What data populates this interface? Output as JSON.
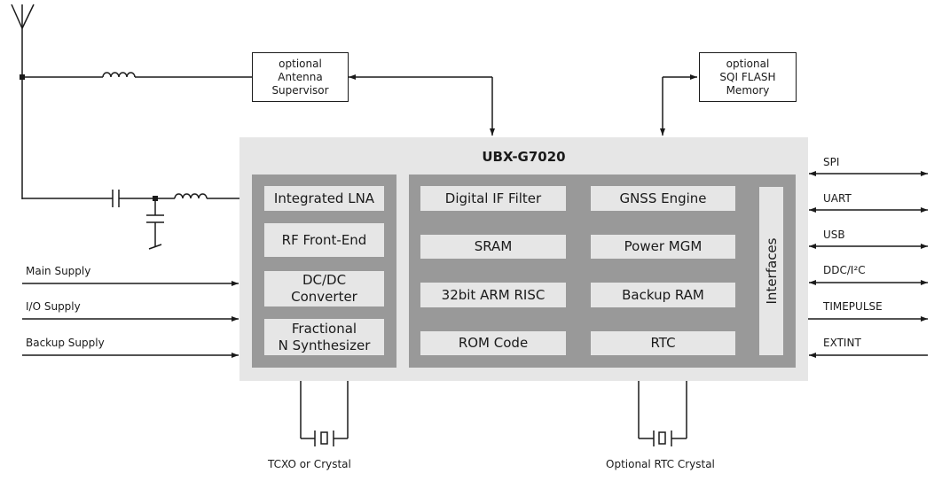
{
  "diagram": {
    "chip": {
      "title": "UBX-G7020",
      "rf_group": [
        "Integrated LNA",
        "RF Front-End",
        "DC/DC\nConverter",
        "Fractional\nN Synthesizer"
      ],
      "digital_group": {
        "col1": [
          "Digital IF Filter",
          "SRAM",
          "32bit ARM RISC",
          "ROM Code"
        ],
        "col2": [
          "GNSS Engine",
          "Power MGM",
          "Backup RAM",
          "RTC"
        ],
        "interfaces": "Interfaces"
      }
    },
    "external": {
      "antenna_supervisor": "optional\nAntenna\nSupervisor",
      "sqi_flash": "optional\nSQI FLASH\nMemory"
    },
    "supplies": [
      "Main Supply",
      "I/O Supply",
      "Backup Supply"
    ],
    "signals": [
      {
        "name": "SPI",
        "direction": "bidirectional"
      },
      {
        "name": "UART",
        "direction": "bidirectional"
      },
      {
        "name": "USB",
        "direction": "bidirectional"
      },
      {
        "name": "DDC/I²C",
        "direction": "bidirectional"
      },
      {
        "name": "TIMEPULSE",
        "direction": "output"
      },
      {
        "name": "EXTINT",
        "direction": "input"
      }
    ],
    "crystals": {
      "main": "TCXO or Crystal",
      "rtc": "Optional RTC Crystal"
    },
    "colors": {
      "chip_bg": "#e6e6e6",
      "group_bg": "#999999",
      "line": "#1a1a1a"
    }
  }
}
